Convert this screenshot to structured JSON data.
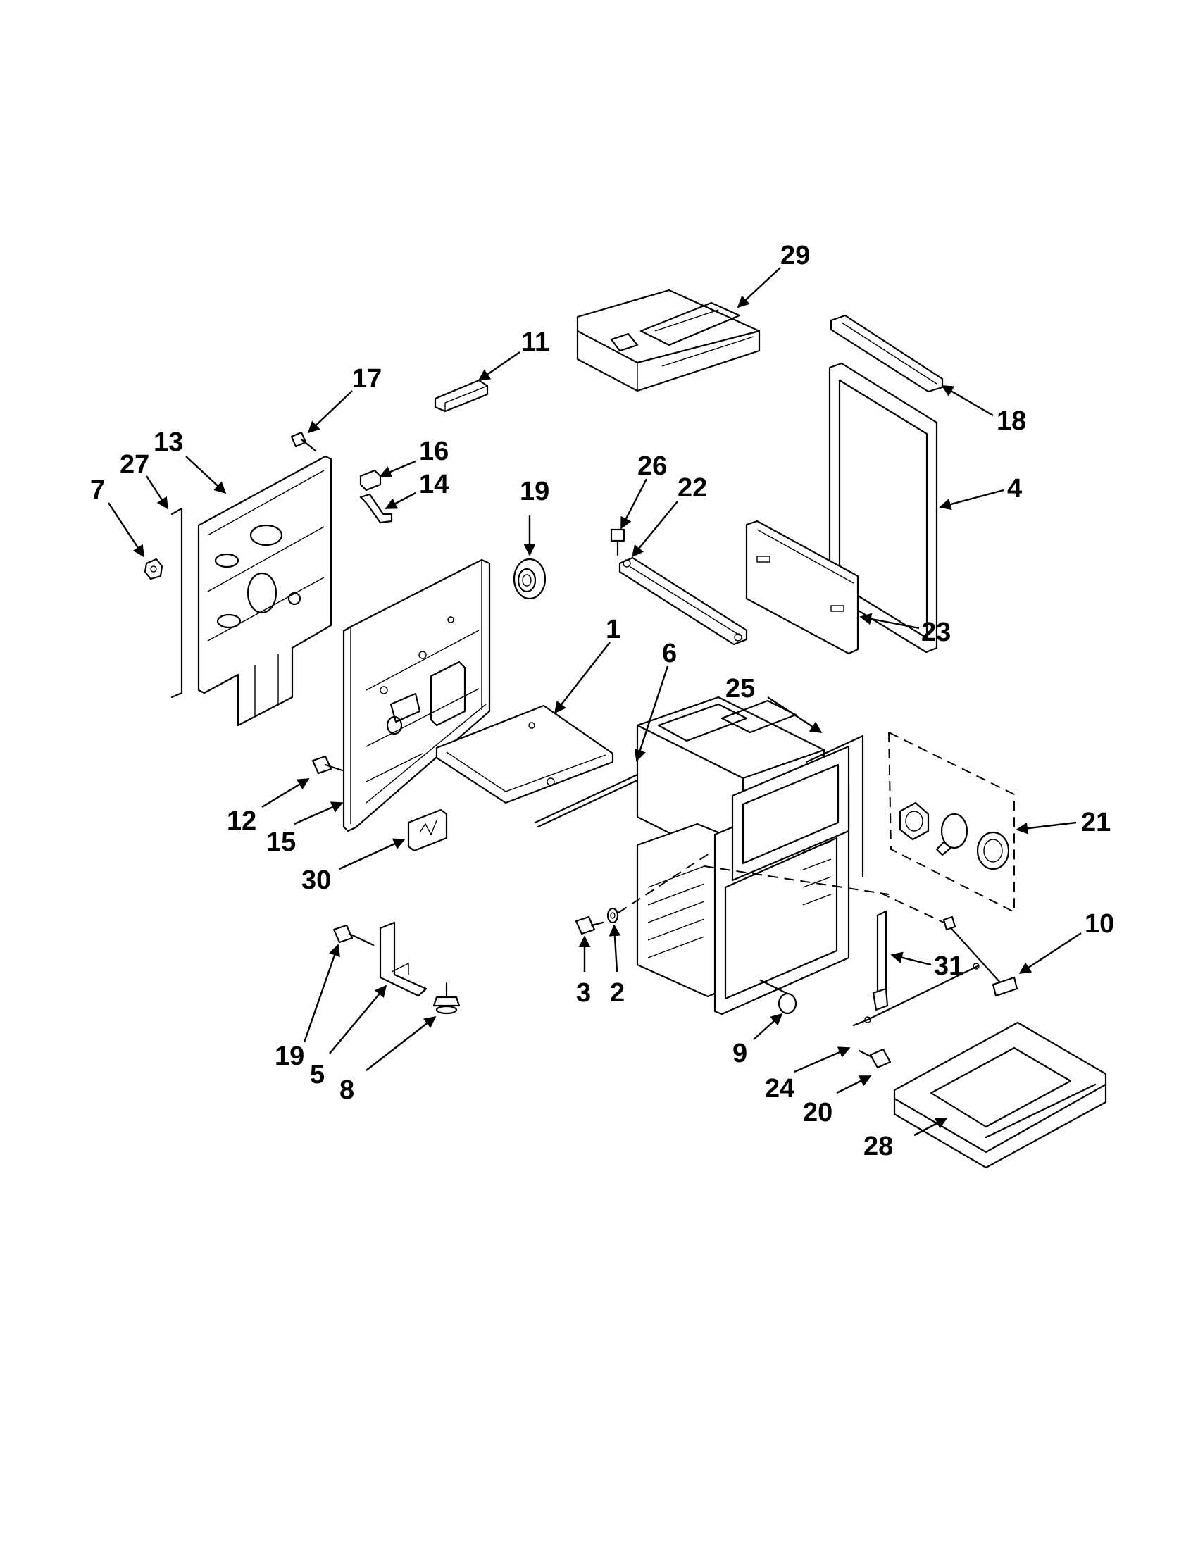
{
  "colors": {
    "line": "#000000",
    "background": "#ffffff"
  },
  "callouts": [
    {
      "id": "c29a",
      "label": "29"
    },
    {
      "id": "c11",
      "label": "11"
    },
    {
      "id": "c17",
      "label": "17"
    },
    {
      "id": "c13",
      "label": "13"
    },
    {
      "id": "c27",
      "label": "27"
    },
    {
      "id": "c7",
      "label": "7"
    },
    {
      "id": "c16",
      "label": "16"
    },
    {
      "id": "c14",
      "label": "14"
    },
    {
      "id": "c19a",
      "label": "19"
    },
    {
      "id": "c26",
      "label": "26"
    },
    {
      "id": "c22",
      "label": "22"
    },
    {
      "id": "c18",
      "label": "18"
    },
    {
      "id": "c4",
      "label": "4"
    },
    {
      "id": "c23",
      "label": "23"
    },
    {
      "id": "c1",
      "label": "1"
    },
    {
      "id": "c6",
      "label": "6"
    },
    {
      "id": "c25",
      "label": "25"
    },
    {
      "id": "c21",
      "label": "21"
    },
    {
      "id": "c12",
      "label": "12"
    },
    {
      "id": "c15",
      "label": "15"
    },
    {
      "id": "c30",
      "label": "30"
    },
    {
      "id": "c10",
      "label": "10"
    },
    {
      "id": "c31",
      "label": "31"
    },
    {
      "id": "c3",
      "label": "3"
    },
    {
      "id": "c2",
      "label": "2"
    },
    {
      "id": "c9",
      "label": "9"
    },
    {
      "id": "c19b",
      "label": "19"
    },
    {
      "id": "c5",
      "label": "5"
    },
    {
      "id": "c8",
      "label": "8"
    },
    {
      "id": "c24",
      "label": "24"
    },
    {
      "id": "c20",
      "label": "20"
    },
    {
      "id": "c28",
      "label": "28"
    }
  ]
}
